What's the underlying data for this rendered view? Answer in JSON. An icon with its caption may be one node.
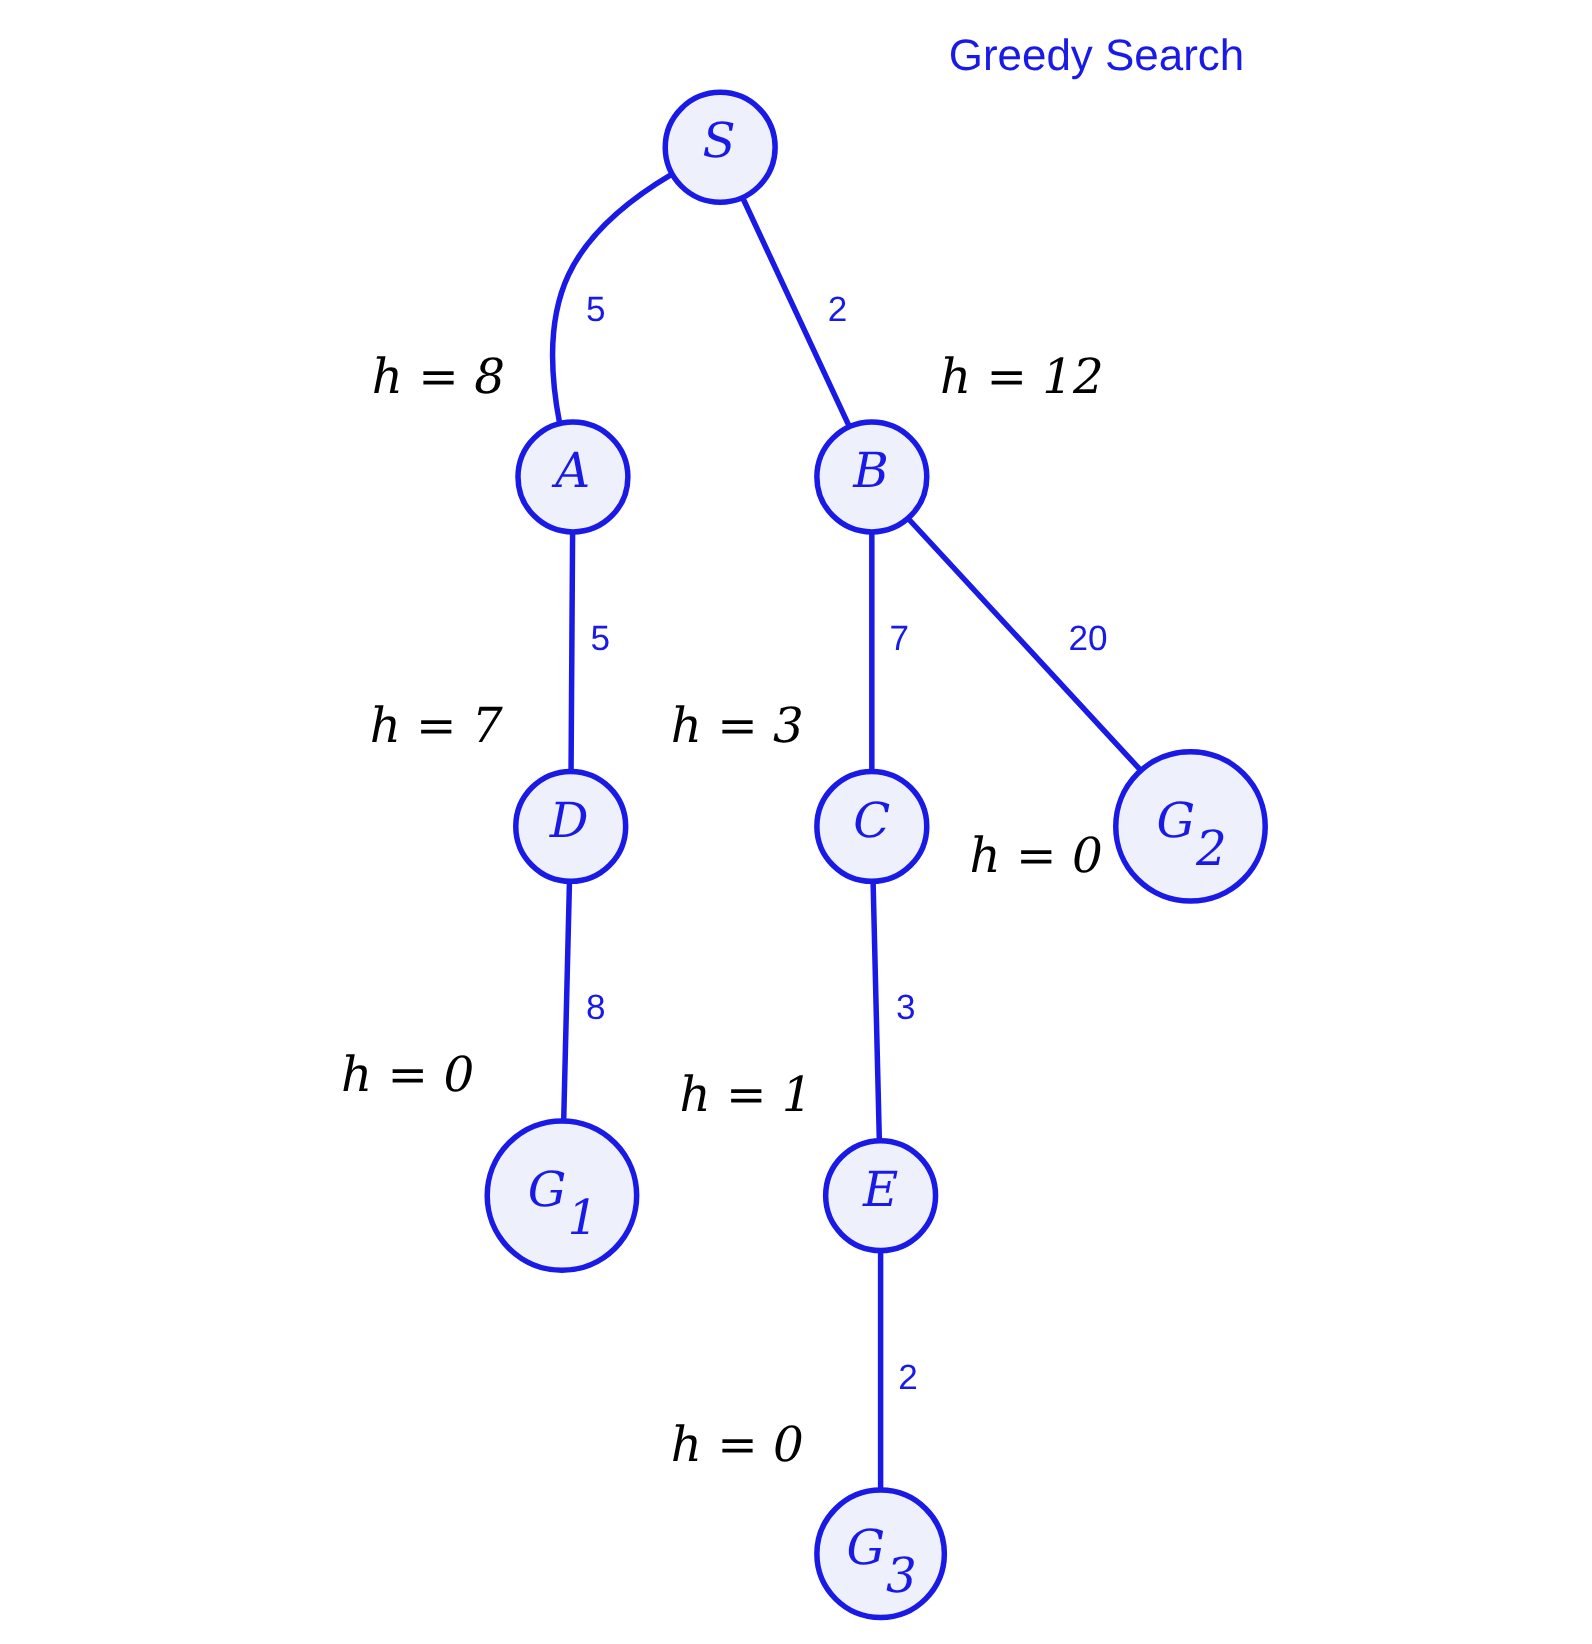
{
  "diagram": {
    "title": "Greedy Search",
    "nodes": [
      {
        "text": [
          "S"
        ]
      },
      {
        "text": [
          "A"
        ],
        "beside": [
          "h = 8"
        ]
      },
      {
        "text": [
          "B"
        ],
        "beside": [
          "h = 12"
        ]
      },
      {
        "text": [
          "D"
        ],
        "beside": [
          "h = 7"
        ]
      },
      {
        "text": [
          "C"
        ],
        "beside": [
          "h = 3"
        ]
      },
      {
        "text": [
          "G$_{2}$"
        ],
        "beside": [
          "h = 0"
        ]
      },
      {
        "text": [
          "G$_{1}$"
        ],
        "beside": [
          "h = 0"
        ]
      },
      {
        "text": [
          "E"
        ],
        "beside": [
          "h = 1"
        ]
      },
      {
        "text": [
          "G$_{3}$"
        ],
        "beside": [
          "h = 0"
        ]
      }
    ],
    "edges": [
      {
        "from": 0,
        "to": 1,
        "arrow": "none",
        "label": "5"
      },
      {
        "from": 0,
        "to": 2,
        "arrow": "none",
        "label": "2"
      },
      {
        "from": 1,
        "to": 3,
        "arrow": "none",
        "label": "5"
      },
      {
        "from": 2,
        "to": 4,
        "arrow": "none",
        "label": "7"
      },
      {
        "from": 2,
        "to": 5,
        "arrow": "none",
        "label": "20"
      },
      {
        "from": 3,
        "to": 6,
        "arrow": "none",
        "label": "8"
      },
      {
        "from": 4,
        "to": 7,
        "arrow": "none",
        "label": "3"
      },
      {
        "from": 7,
        "to": 8,
        "arrow": "none",
        "label": "2"
      }
    ]
  }
}
